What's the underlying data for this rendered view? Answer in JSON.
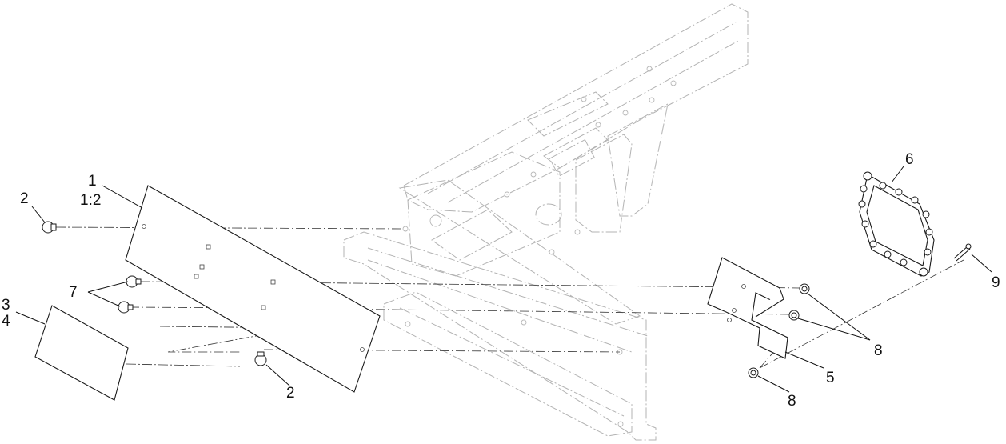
{
  "labels": {
    "item_1": "1",
    "item_1_ratio": "1:2",
    "item_2_top": "2",
    "item_2_bottom": "2",
    "item_3": "3",
    "item_4": "4",
    "item_5": "5",
    "item_6": "6",
    "item_7": "7",
    "item_8_right": "8",
    "item_8_bottom": "8",
    "item_9": "9"
  },
  "colors": {
    "line": "#1a1a1a",
    "frame": "#b3b3b3",
    "background": "#ffffff"
  }
}
